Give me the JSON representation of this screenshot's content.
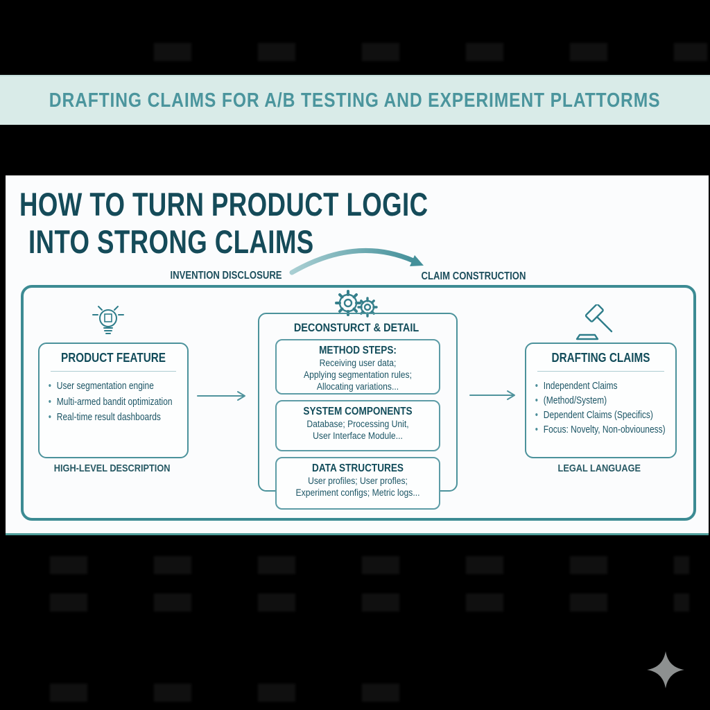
{
  "banner": {
    "title": "DRAFTING CLAIMS FOR A/B TESTING AND EXPERIMENT PLATTORMS"
  },
  "slide": {
    "title_line1": "HOW TO TURN PRODUCT LOGIC",
    "title_line2": "INTO STRONG CLAIMS",
    "flow": {
      "left": "INVENTION DISCLOSURE",
      "right": "CLAIM CONSTRUCTION"
    },
    "columns": {
      "product_feature": {
        "icon": "lightbulb-icon",
        "heading": "PRODUCT FEATURE",
        "bullets": [
          "User segmentation engine",
          "Multi-armed bandit optimization",
          "Real-time result dashboards"
        ],
        "caption": "HIGH-LEVEL DESCRIPTION"
      },
      "deconstruct": {
        "icon": "gears-icon",
        "heading": "DECONSTURCT & DETAIL",
        "boxes": [
          {
            "title": "METHOD STEPS:",
            "line1": "Receiving user data;",
            "line2": "Applying segmentation rules;",
            "line3": "Allocating variations..."
          },
          {
            "title": "SYSTEM COMPONENTS",
            "line1": "Database; Processing Unit,",
            "line2": "User Interface Module...",
            "line3": ""
          },
          {
            "title": "DATA STRUCTURES",
            "line1": "User profiles; User profles;",
            "line2": "Experiment configs; Metric logs...",
            "line3": ""
          }
        ]
      },
      "drafting_claims": {
        "icon": "gavel-icon",
        "heading": "DRAFTING CLAIMS",
        "bullets": [
          "Independent Claims",
          "(Method/System)",
          "Dependent Claims (Specifics)",
          "Focus: Novelty, Non-obviouness)"
        ],
        "caption": "LEGAL LANGUAGE"
      }
    }
  },
  "colors": {
    "background": "#000000",
    "banner_bg": "#d9ebe8",
    "banner_text": "#4b959d",
    "slide_bg": "#fbfcfd",
    "title_text": "#154b59",
    "frame_border": "#3c8b93",
    "box_border": "#4b929b",
    "body_text": "#1c5565",
    "arrow": "#4f939c",
    "sparkle": "#8d9090"
  }
}
